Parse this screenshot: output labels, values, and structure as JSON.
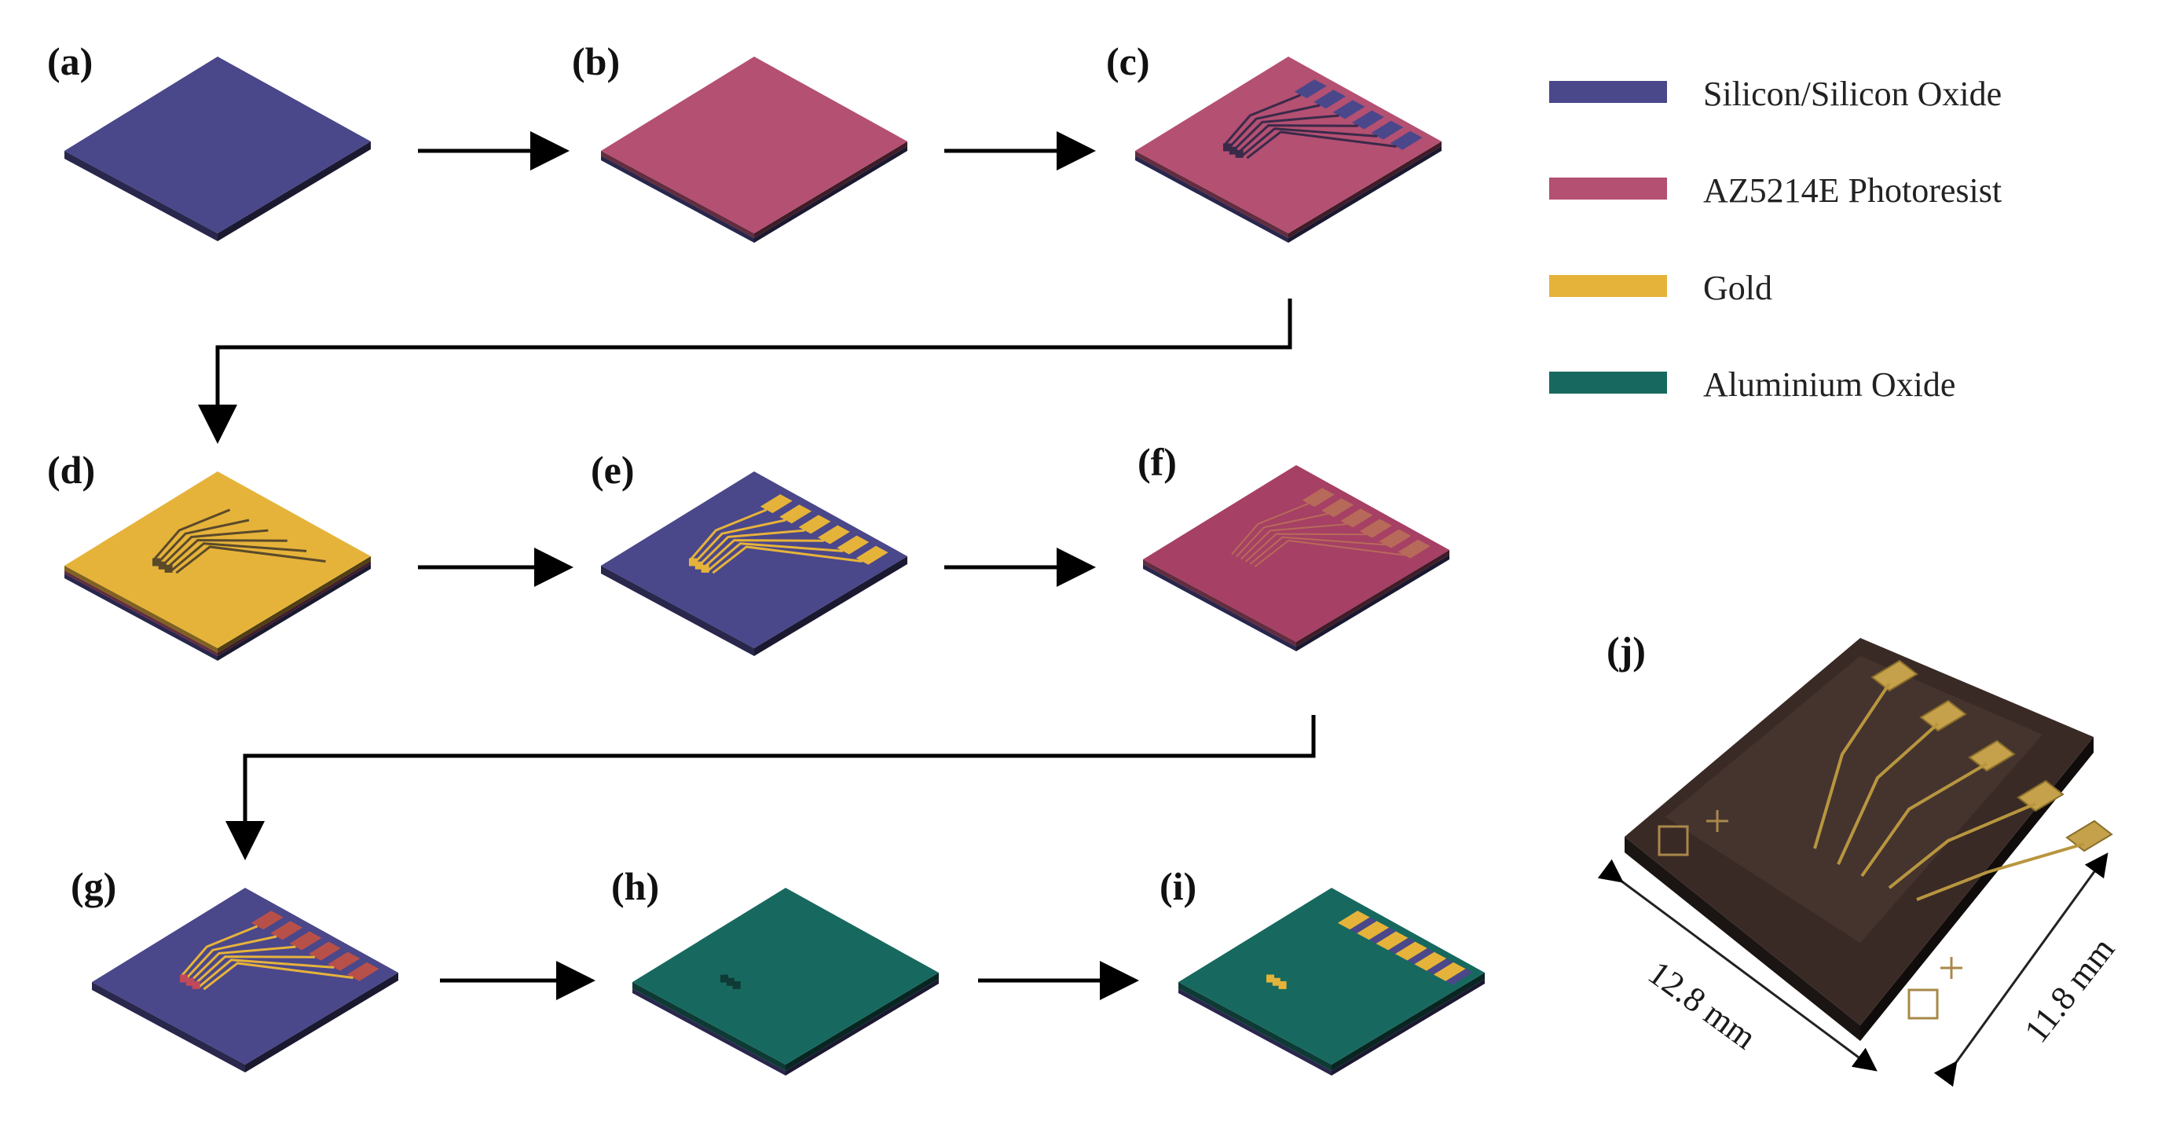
{
  "colors": {
    "silicon": "#4a478a",
    "photoresist": "#b45072",
    "gold": "#e6b33a",
    "alumina": "#17695f",
    "photo_dark": "#3a2a26"
  },
  "legend": [
    {
      "label": "Silicon/Silicon Oxide",
      "color": "#4a478a"
    },
    {
      "label": "AZ5214E Photoresist",
      "color": "#b45072"
    },
    {
      "label": "Gold",
      "color": "#e6b33a"
    },
    {
      "label": "Aluminium Oxide",
      "color": "#17695f"
    }
  ],
  "panels": {
    "a": {
      "label": "(a)"
    },
    "b": {
      "label": "(b)"
    },
    "c": {
      "label": "(c)"
    },
    "d": {
      "label": "(d)"
    },
    "e": {
      "label": "(e)"
    },
    "f": {
      "label": "(f)"
    },
    "g": {
      "label": "(g)"
    },
    "h": {
      "label": "(h)"
    },
    "i": {
      "label": "(i)"
    },
    "j": {
      "label": "(j)"
    }
  },
  "photo": {
    "width_label": "12.8 mm",
    "height_label": "11.8 mm"
  }
}
